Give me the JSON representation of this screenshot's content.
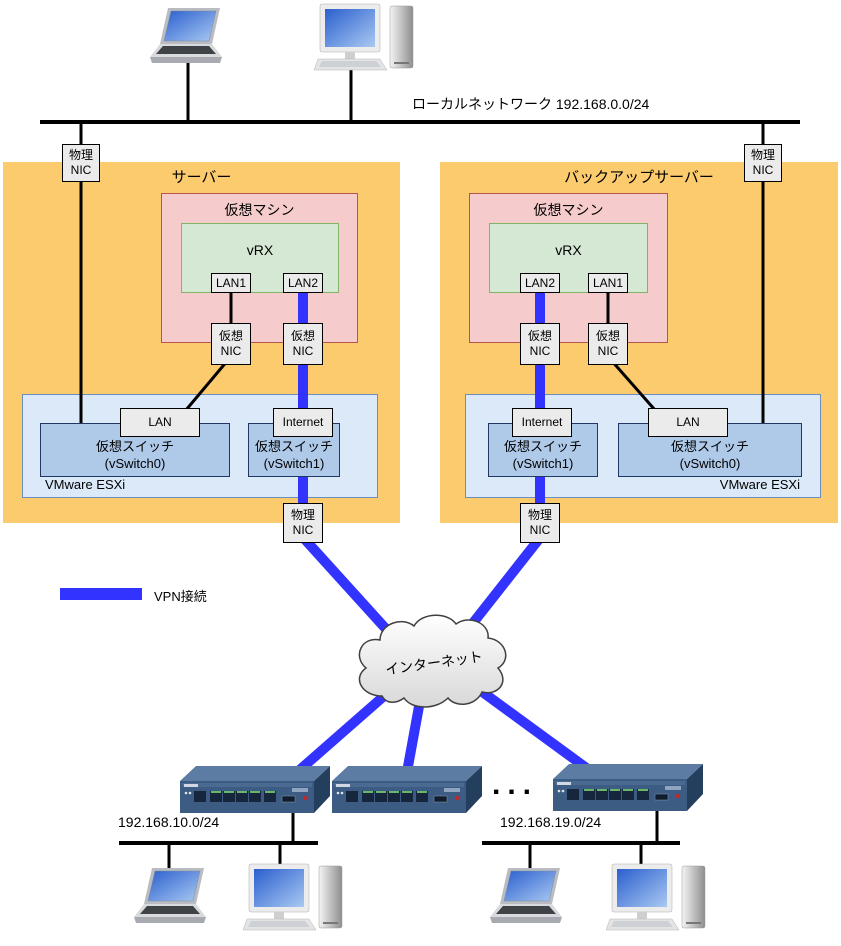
{
  "diagram_title": "vRX VPN network diagram",
  "colors": {
    "server_bg": "#FBCB6E",
    "vm_fill": "#F5CCCB",
    "vm_border": "#B85450",
    "vrx_fill": "#D5E8D4",
    "vrx_border": "#82B366",
    "esxi_fill": "#DBE9F9",
    "esxi_border": "#6C8EBF",
    "vswitch_fill": "#AFC9E9",
    "node_box_fill": "#EBEBEB",
    "vpn_blue": "#3333FF",
    "line_black": "#000000"
  },
  "top": {
    "network_label": "ローカルネットワーク 192.168.0.0/24"
  },
  "servers": [
    {
      "title": "サーバー",
      "vm_label": "仮想マシン",
      "vrx_label": "vRX",
      "lan1": "LAN1",
      "lan2": "LAN2",
      "vnic": "仮想\nNIC",
      "phys_nic": "物理\nNIC",
      "sw_lan_port": "LAN",
      "sw_inet_port": "Internet",
      "vswitch0": "仮想スイッチ\n(vSwitch0)",
      "vswitch1": "仮想スイッチ\n(vSwitch1)",
      "esxi_label": "VMware ESXi"
    },
    {
      "title": "バックアップサーバー",
      "vm_label": "仮想マシン",
      "vrx_label": "vRX",
      "lan1": "LAN1",
      "lan2": "LAN2",
      "vnic": "仮想\nNIC",
      "phys_nic": "物理\nNIC",
      "sw_lan_port": "LAN",
      "sw_inet_port": "Internet",
      "vswitch0": "仮想スイッチ\n(vSwitch0)",
      "vswitch1": "仮想スイッチ\n(vSwitch1)",
      "esxi_label": "VMware ESXi"
    }
  ],
  "legend": {
    "vpn": "VPN接続"
  },
  "cloud": {
    "label": "インターネット"
  },
  "bottom": {
    "ellipsis": "...",
    "branches": [
      {
        "subnet": "192.168.10.0/24"
      },
      {
        "subnet": "192.168.19.0/24"
      }
    ]
  }
}
